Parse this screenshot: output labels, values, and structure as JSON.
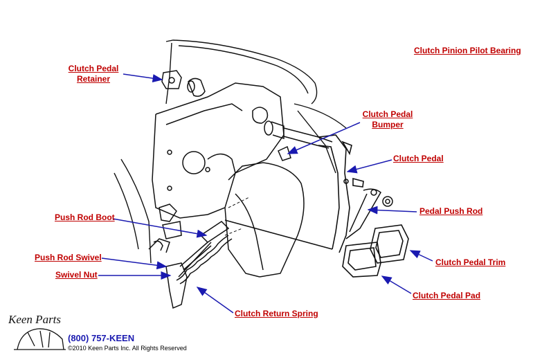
{
  "labels": {
    "pinion_pilot_bearing": "Clutch Pinion Pilot Bearing",
    "pedal_retainer_1": "Clutch Pedal",
    "pedal_retainer_2": "Retainer",
    "pedal_bumper_1": "Clutch Pedal",
    "pedal_bumper_2": "Bumper",
    "pedal": "Clutch Pedal",
    "push_rod_boot": "Push Rod Boot",
    "pedal_push_rod": "Pedal Push Rod",
    "push_rod_swivel": "Push Rod Swivel",
    "pedal_trim": "Clutch Pedal Trim",
    "swivel_nut": "Swivel Nut",
    "pedal_pad": "Clutch Pedal Pad",
    "return_spring": "Clutch Return Spring"
  },
  "footer": {
    "logo": "Keen Parts",
    "phone": "(800) 757-KEEN",
    "copyright": "©2010 Keen Parts Inc. All Rights Reserved"
  },
  "colors": {
    "label": "#c00000",
    "arrow": "#1a1ab0",
    "phone": "#1a1ab0",
    "line": "#111111"
  }
}
